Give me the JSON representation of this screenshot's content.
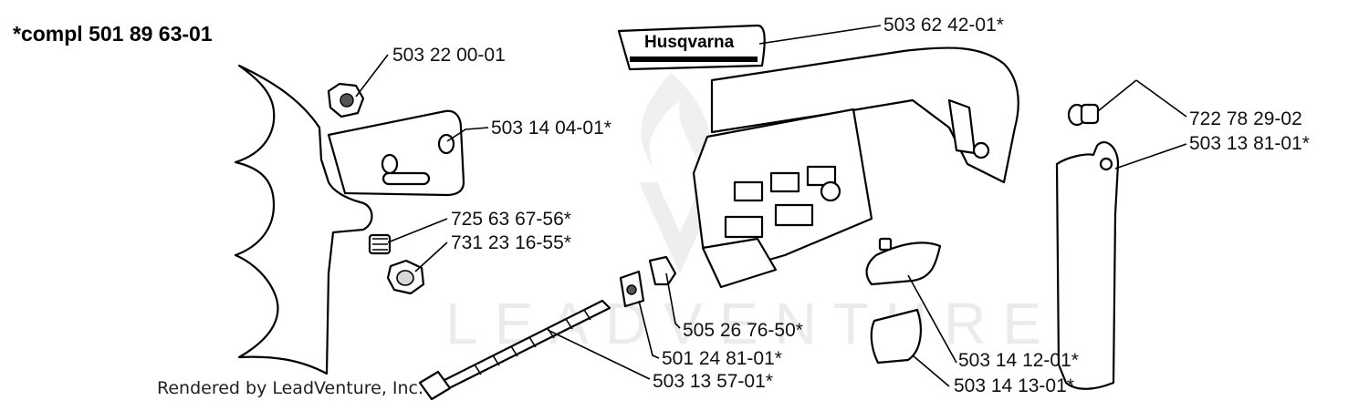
{
  "title": "*compl 501 89 63-01",
  "credit": "Rendered by LeadVenture, Inc.",
  "watermark": "LEADVENTURE",
  "brand": {
    "logo_text": "Husqvarna"
  },
  "colors": {
    "line": "#000000",
    "background": "#ffffff",
    "watermark": "#ebebeb"
  },
  "parts": [
    {
      "number": "503 62 42-01*"
    },
    {
      "number": "503 22 00-01"
    },
    {
      "number": "503 14 04-01*"
    },
    {
      "number": "722 78 29-02"
    },
    {
      "number": "503 13 81-01*"
    },
    {
      "number": "725 63 67-56*"
    },
    {
      "number": "731 23 16-55*"
    },
    {
      "number": "505 26 76-50*"
    },
    {
      "number": "501 24 81-01*"
    },
    {
      "number": "503 14 12-01*"
    },
    {
      "number": "503 13 57-01*"
    },
    {
      "number": "503 14 13-01*"
    }
  ]
}
